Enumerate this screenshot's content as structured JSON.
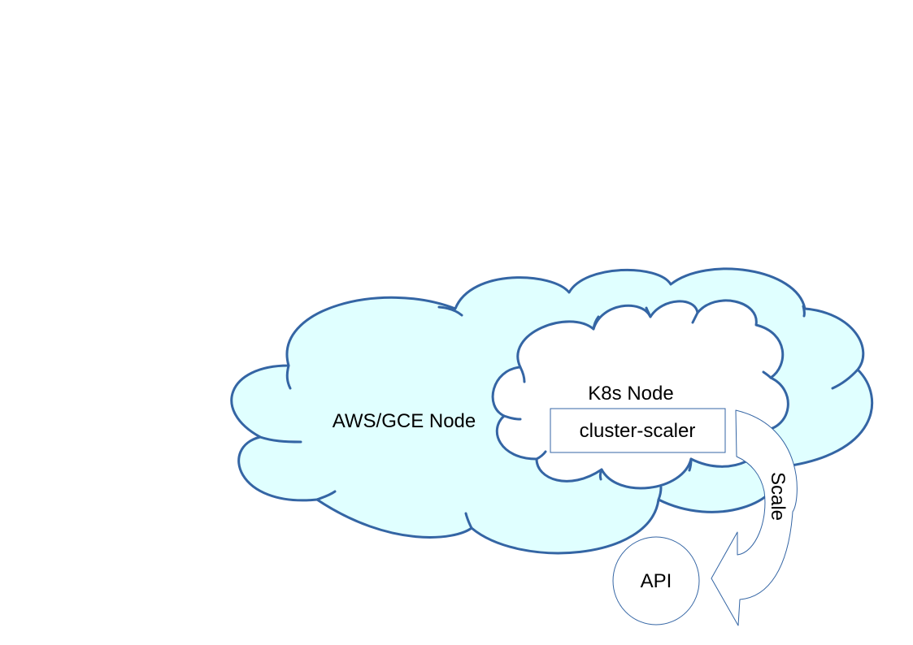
{
  "labels": {
    "outer_cloud": "AWS/GCE Node",
    "inner_cloud": "K8s Node",
    "component_box": "cluster-scaler",
    "arrow": "Scale",
    "target_circle": "API"
  },
  "colors": {
    "cloud_fill": "#e0ffff",
    "inner_cloud_fill": "#ffffff",
    "cloud_stroke": "#3465a4",
    "box_stroke": "#3465a4",
    "arrow_stroke": "#3465a4",
    "circle_stroke": "#3465a4"
  }
}
